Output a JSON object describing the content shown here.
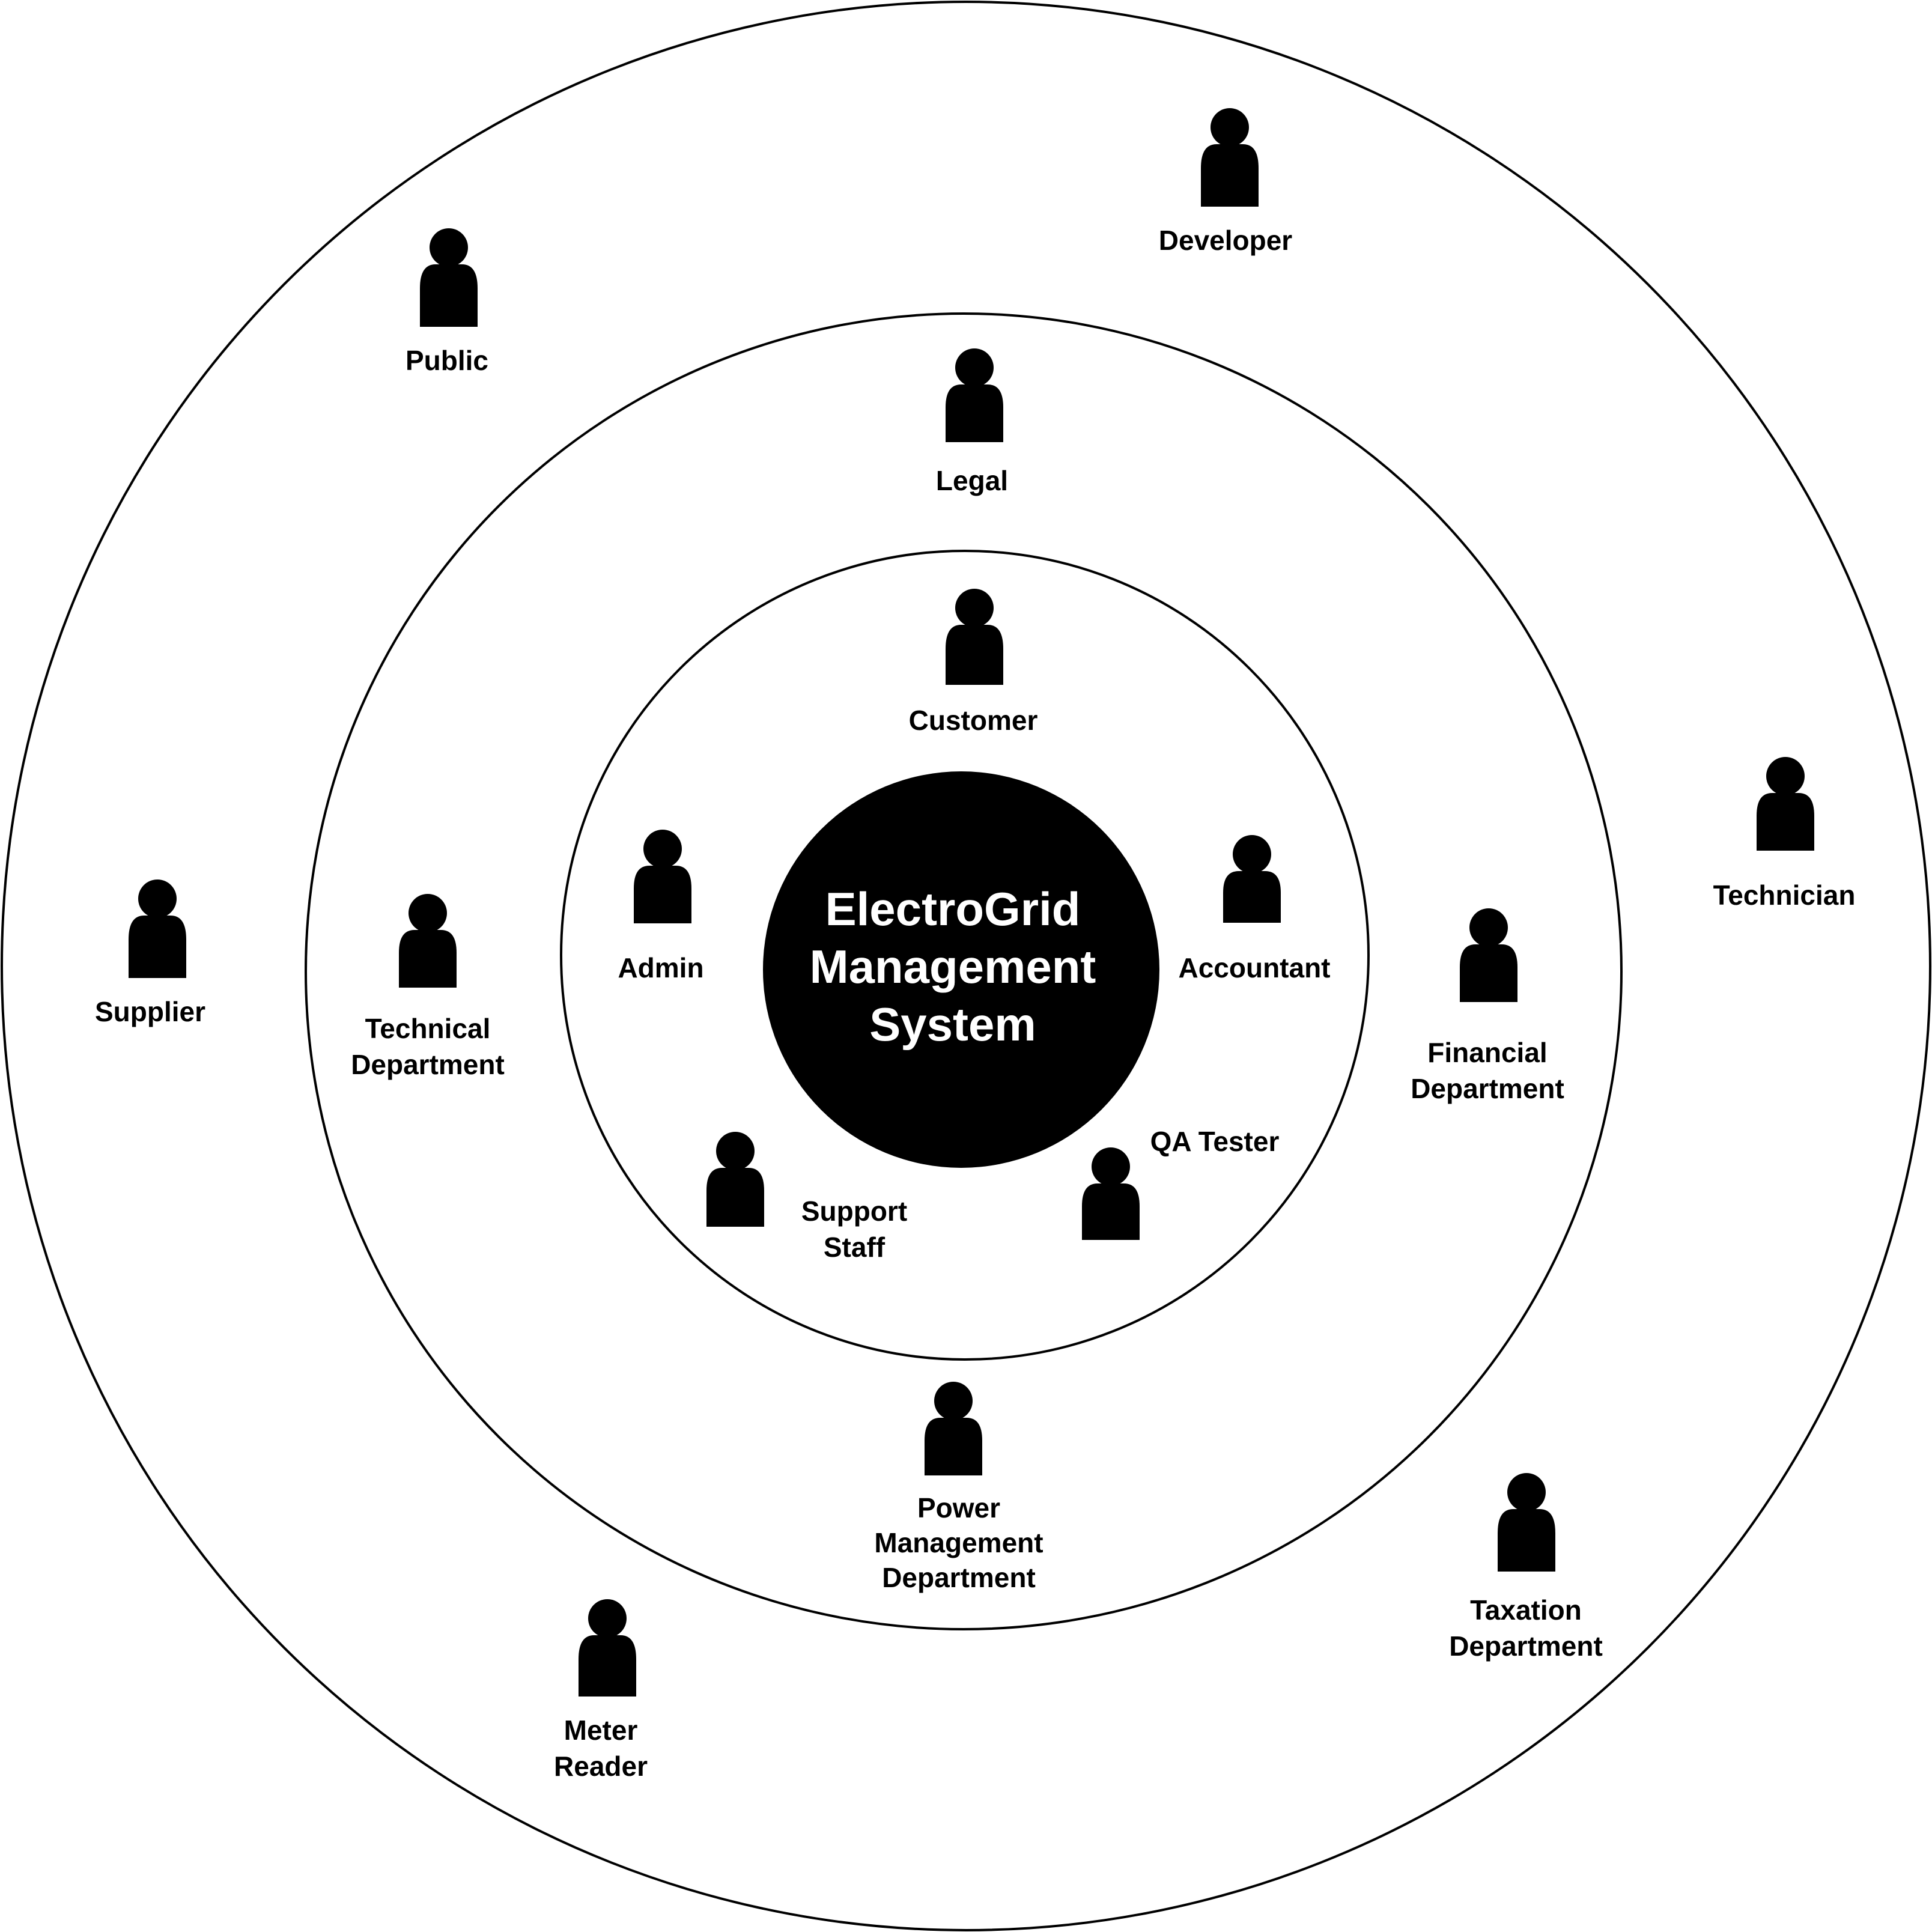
{
  "system": {
    "title_lines": [
      "ElectroGrid",
      "Management",
      "System"
    ]
  },
  "colors": {
    "ink": "#000000",
    "paper": "#ffffff",
    "center_text": "#ffffff"
  },
  "stakeholders": {
    "customer": {
      "icon": "person-icon",
      "label_lines": [
        "Customer"
      ]
    },
    "admin": {
      "icon": "person-icon",
      "label_lines": [
        "Admin"
      ]
    },
    "accountant": {
      "icon": "person-icon",
      "label_lines": [
        "Accountant"
      ]
    },
    "support_staff": {
      "icon": "person-icon",
      "label_lines": [
        "Support",
        "Staff"
      ]
    },
    "qa_tester": {
      "icon": "person-icon",
      "label_lines": [
        "QA Tester"
      ]
    },
    "legal": {
      "icon": "person-icon",
      "label_lines": [
        "Legal"
      ]
    },
    "technical_department": {
      "icon": "person-icon",
      "label_lines": [
        "Technical",
        "Department"
      ]
    },
    "financial_department": {
      "icon": "person-icon",
      "label_lines": [
        "Financial",
        "Department"
      ]
    },
    "power_management_department": {
      "icon": "person-icon",
      "label_lines": [
        "Power",
        "Management",
        "Department"
      ]
    },
    "developer": {
      "icon": "person-icon",
      "label_lines": [
        "Developer"
      ]
    },
    "public": {
      "icon": "person-icon",
      "label_lines": [
        "Public"
      ]
    },
    "supplier": {
      "icon": "person-icon",
      "label_lines": [
        "Supplier"
      ]
    },
    "technician": {
      "icon": "person-icon",
      "label_lines": [
        "Technician"
      ]
    },
    "meter_reader": {
      "icon": "person-icon",
      "label_lines": [
        "Meter",
        "Reader"
      ]
    },
    "taxation_department": {
      "icon": "person-icon",
      "label_lines": [
        "Taxation",
        "Department"
      ]
    }
  }
}
